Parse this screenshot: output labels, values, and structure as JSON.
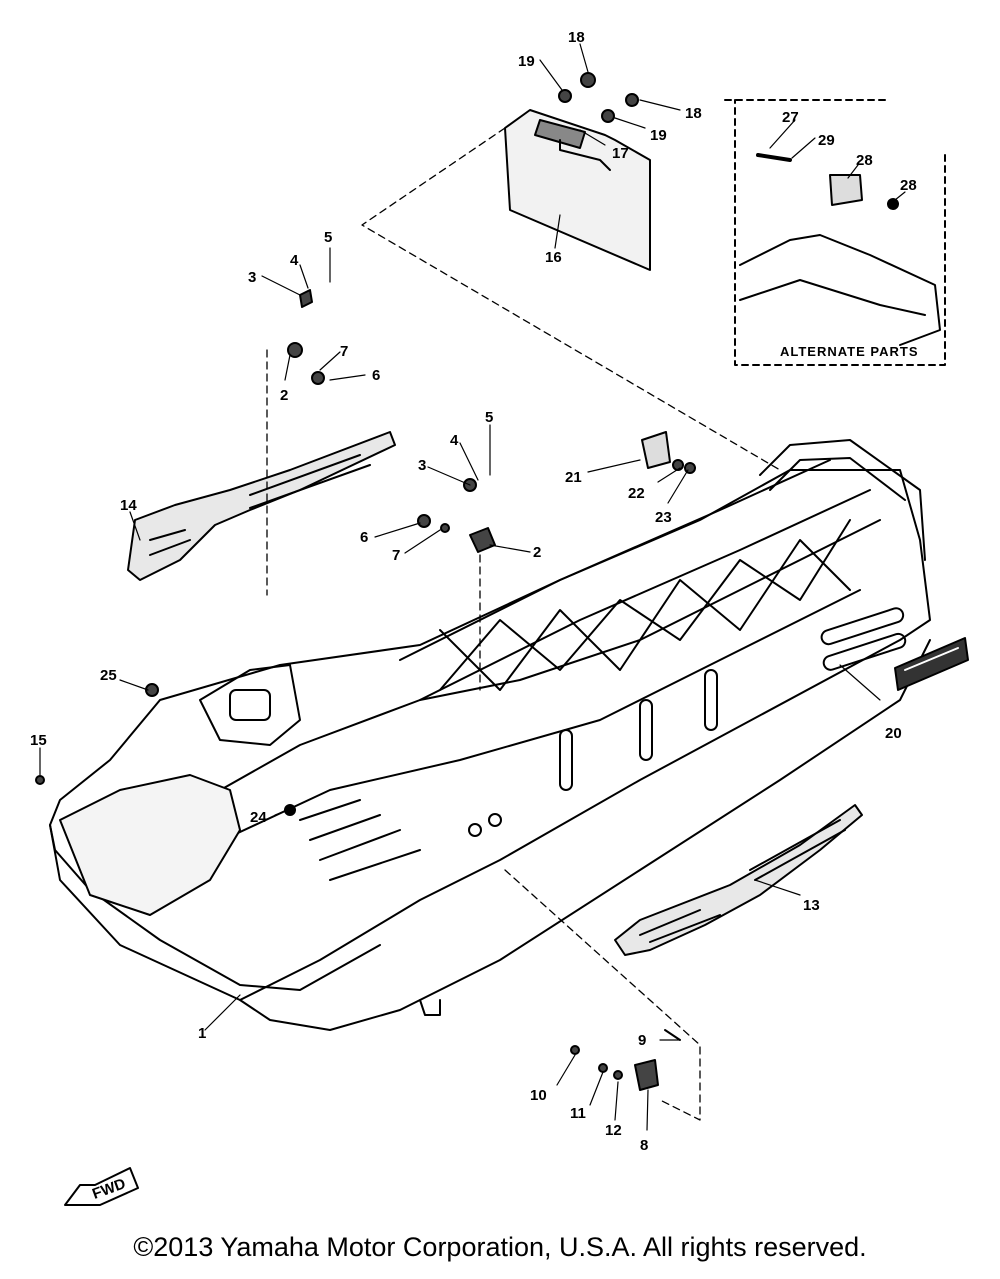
{
  "alternate_parts_label": "ALTERNATE PARTS",
  "fwd_label": "FWD",
  "copyright": "©2013 Yamaha Motor Corporation, U.S.A. All rights reserved.",
  "callouts": [
    "1",
    "2",
    "3",
    "4",
    "5",
    "6",
    "7",
    "8",
    "9",
    "10",
    "11",
    "12",
    "13",
    "14",
    "15",
    "16",
    "17",
    "18",
    "19",
    "20",
    "21",
    "22",
    "23",
    "24",
    "25",
    "27",
    "28",
    "29"
  ],
  "label_1": "1",
  "label_2": "2",
  "label_3": "3",
  "label_4": "4",
  "label_5": "5",
  "label_6": "6",
  "label_7": "7",
  "label_8": "8",
  "label_9": "9",
  "label_10": "10",
  "label_11": "11",
  "label_12": "12",
  "label_13": "13",
  "label_14": "14",
  "label_15": "15",
  "label_16": "16",
  "label_17": "17",
  "label_18": "18",
  "label_19": "19",
  "label_20": "20",
  "label_21": "21",
  "label_22": "22",
  "label_23": "23",
  "label_24": "24",
  "label_25": "25",
  "label_27": "27",
  "label_28": "28",
  "label_29": "29"
}
